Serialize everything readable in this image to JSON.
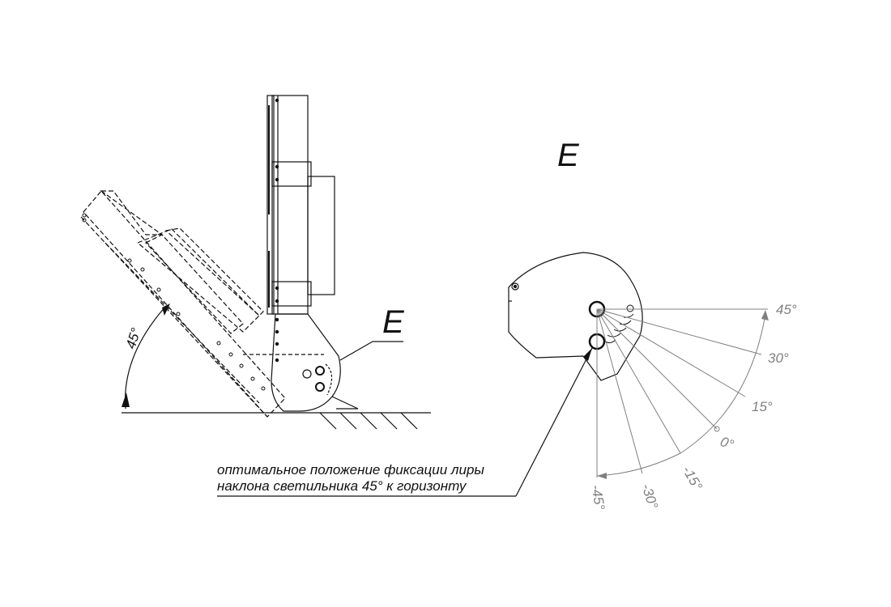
{
  "labels": {
    "view_title": "E",
    "callout": "E",
    "note_line1": "оптимальное положение фиксации лиры",
    "note_line2": "наклона светильника 45° к горизонту",
    "tilt_angle": "45°"
  },
  "scale_angles": [
    "45°",
    "30°",
    "15°",
    "0°",
    "-15°",
    "-30°",
    "-45°"
  ],
  "colors": {
    "ink": "#111111",
    "scale": "#808080"
  }
}
